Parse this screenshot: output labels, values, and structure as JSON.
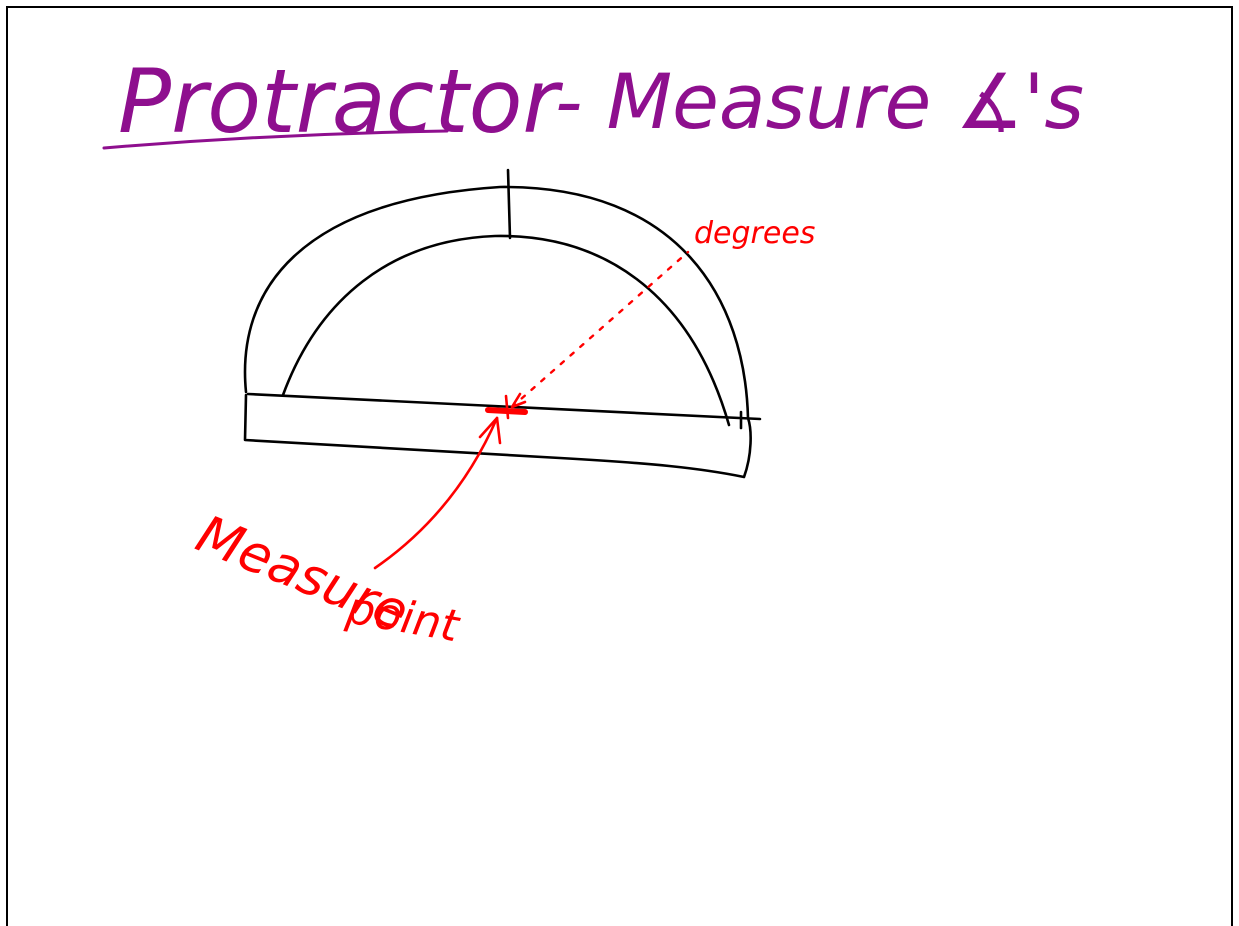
{
  "title": {
    "word": "Protractor",
    "rest": "- Measure ∡'s",
    "color": "#8e0f8e"
  },
  "annotations": {
    "degrees_label": "degrees",
    "measure_point_line1": "Measure",
    "measure_point_line2": "point",
    "color": "#ff0000"
  },
  "drawing": {
    "subject": "protractor-sketch",
    "stroke_color": "#000000"
  }
}
